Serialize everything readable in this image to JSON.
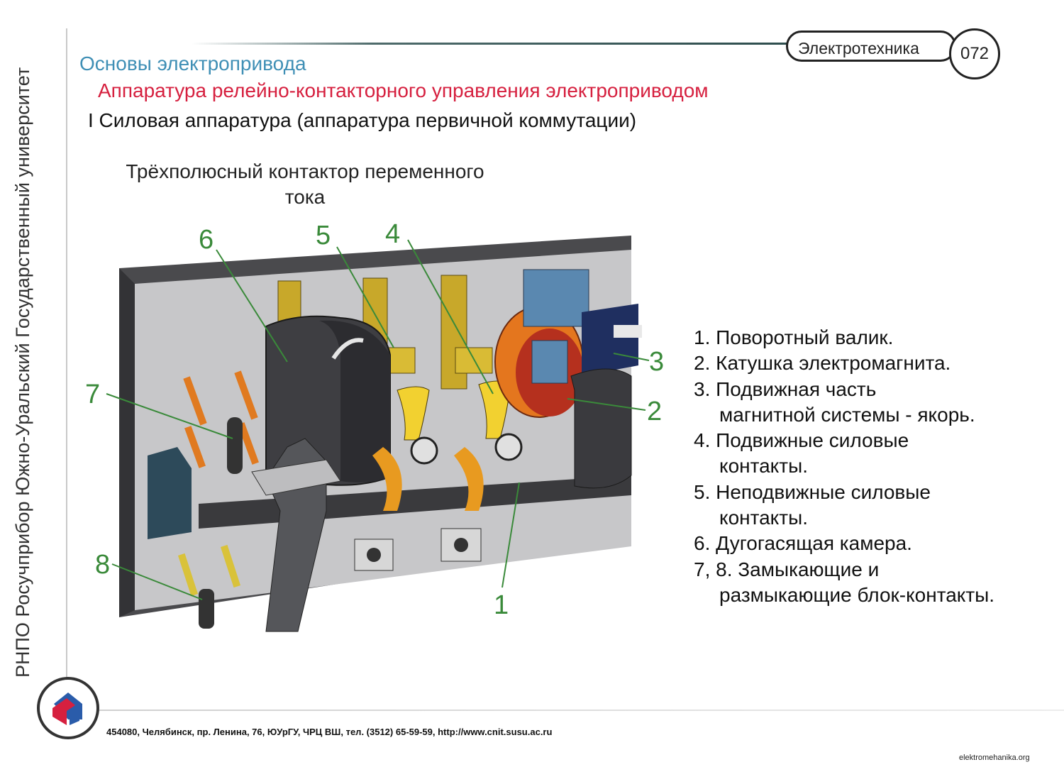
{
  "university": "РНПО Росучприбор Южно-Уральский Государственный университет",
  "header": {
    "course": "Электротехника",
    "page_number": "072"
  },
  "titles": {
    "section": "Основы электропривода",
    "topic": "Аппаратура релейно-контакторного управления электроприводом",
    "subtopic": "I Силовая аппаратура (аппаратура первичной коммутации)"
  },
  "diagram": {
    "caption_line1": "Трёхполюсный контактор переменного",
    "caption_line2": "тока",
    "callouts": [
      "1",
      "2",
      "3",
      "4",
      "5",
      "6",
      "7",
      "8"
    ]
  },
  "legend": {
    "items": [
      "1. Поворотный валик.",
      "2. Катушка электромагнита.",
      "3. Подвижная часть",
      "магнитной системы - якорь.",
      "4. Подвижные силовые",
      "контакты.",
      "5. Неподвижные силовые",
      "контакты.",
      "6. Дугогасящая камера.",
      "7, 8. Замыкающие и",
      "размыкающие блок-контакты."
    ]
  },
  "footer": {
    "address": "454080, Челябинск, пр. Ленина, 76, ЮУрГУ, ЧРЦ ВШ, тел. (3512) 65-59-59, http://www.cnit.susu.ac.ru"
  },
  "watermark": "elektromehanika.org",
  "colors": {
    "section_title": "#3f8fb5",
    "topic_title": "#d6203f",
    "callout_lines": "#3a8a3a"
  }
}
